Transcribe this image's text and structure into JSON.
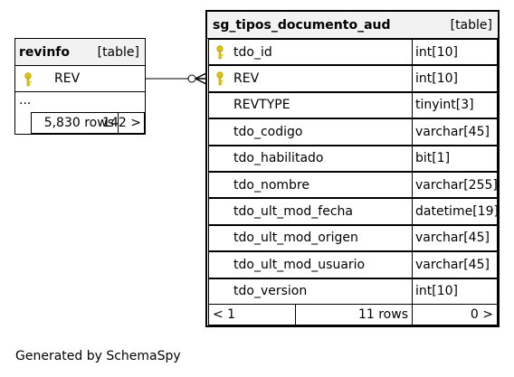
{
  "revinfo": {
    "name": "revinfo",
    "kind": "[table]",
    "columns": [
      {
        "name": "REV",
        "key_icon": "primary-key-icon"
      }
    ],
    "ellipsis": "...",
    "rows": "5,830 rows",
    "children": "142 >"
  },
  "main": {
    "name": "sg_tipos_documento_aud",
    "kind": "[table]",
    "columns": [
      {
        "name": "tdo_id",
        "type": "int[10]",
        "key_icon": "primary-key-icon"
      },
      {
        "name": "REV",
        "type": "int[10]",
        "key_icon": "primary-key-icon"
      },
      {
        "name": "REVTYPE",
        "type": "tinyint[3]"
      },
      {
        "name": "tdo_codigo",
        "type": "varchar[45]"
      },
      {
        "name": "tdo_habilitado",
        "type": "bit[1]"
      },
      {
        "name": "tdo_nombre",
        "type": "varchar[255]"
      },
      {
        "name": "tdo_ult_mod_fecha",
        "type": "datetime[19]"
      },
      {
        "name": "tdo_ult_mod_origen",
        "type": "varchar[45]"
      },
      {
        "name": "tdo_ult_mod_usuario",
        "type": "varchar[45]"
      },
      {
        "name": "tdo_version",
        "type": "int[10]"
      }
    ],
    "parents": "< 1",
    "rows": "11 rows",
    "children": "0 >"
  },
  "footer": "Generated by SchemaSpy",
  "colors": {
    "header_bg": "#f2f2f2",
    "key": "#e6c800",
    "line": "#000000"
  }
}
